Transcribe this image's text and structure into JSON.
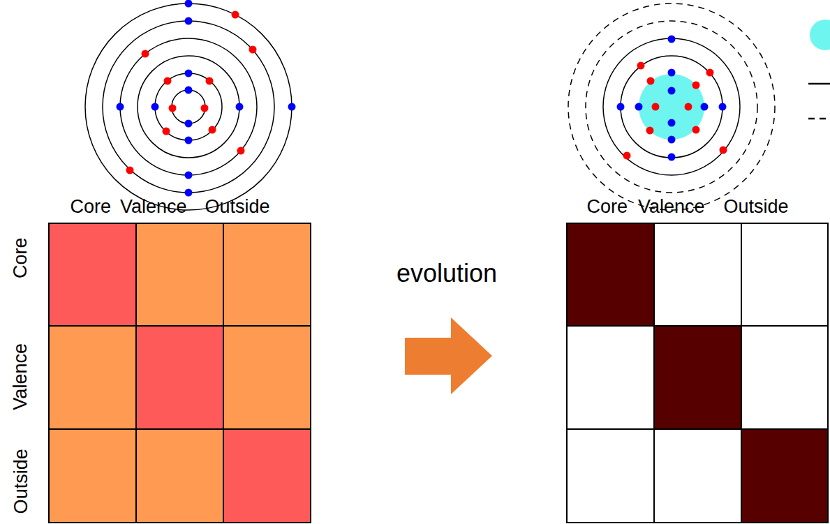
{
  "diagram": {
    "labels": [
      "Core",
      "Valence",
      "Outside",
      "Outside",
      "Valence",
      "Core",
      "evolution",
      "Core",
      "Valence",
      "Outside"
    ]
  }
}
